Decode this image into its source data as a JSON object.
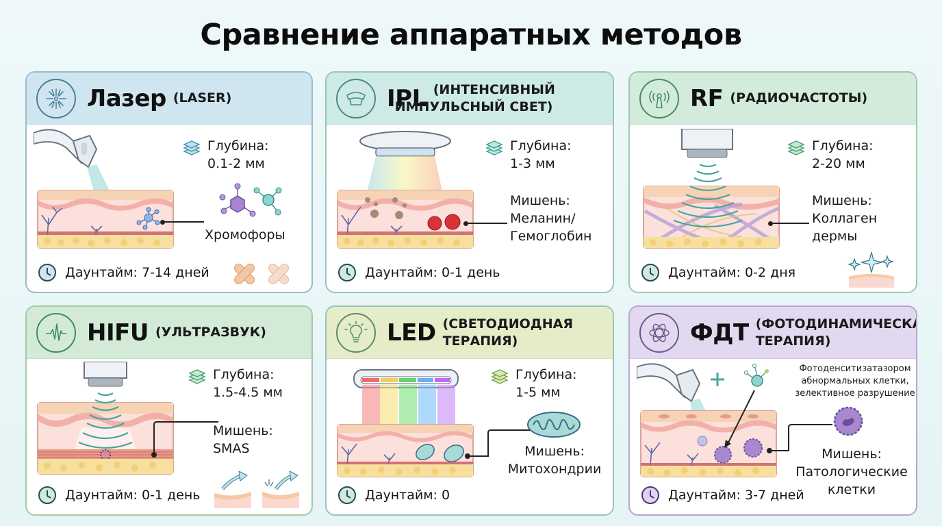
{
  "title": "Сравнение аппаратных методов",
  "labels": {
    "depth": "Глубина:",
    "target": "Мишень:",
    "downtime_prefix": "Даунтайм:"
  },
  "cards": [
    {
      "id": "laser",
      "abbr": "Лазер",
      "full": "(LASER)",
      "icon": "laser-burst-icon",
      "header_color": "#cfe6f1",
      "border_color": "#9bbccc",
      "depth_value": "0.1-2 мм",
      "target_label": "",
      "target_value": "Хромофоры",
      "downtime": "Даунтайм: 7-14 дней",
      "extra_icon": "bandage-icon"
    },
    {
      "id": "ipl",
      "abbr": "IPL",
      "full_line1": "(ИНТЕНСИВНЫЙ",
      "full_line2": "ИМПУЛЬСНЫЙ СВЕТ)",
      "icon": "ipl-lamp-icon",
      "header_color": "#cdeae6",
      "border_color": "#98c4bd",
      "depth_value": "1-3 мм",
      "target_label": "Мишень:",
      "target_value_line1": "Меланин/",
      "target_value_line2": "Гемоглобин",
      "downtime": "Даунтайм: 0-1 день"
    },
    {
      "id": "rf",
      "abbr": "RF",
      "full": "(РАДИОЧАСТОТЫ)",
      "icon": "radio-antenna-icon",
      "header_color": "#d3ebdb",
      "border_color": "#9fc9ad",
      "depth_value": "2-20 мм",
      "target_label": "Мишень:",
      "target_value_line1": "Коллаген",
      "target_value_line2": "дермы",
      "downtime": "Даунтайм: 0-2 дня",
      "extra_icon": "sparkle-skin-icon"
    },
    {
      "id": "hifu",
      "abbr": "HIFU",
      "full": "(УЛЬТРАЗВУК)",
      "icon": "pulse-wave-icon",
      "header_color": "#d3ebd6",
      "border_color": "#a2c9a8",
      "depth_value": "1.5-4.5 мм",
      "target_label": "Мишень:",
      "target_value": "SMAS",
      "downtime": "Даунтайм: 0-1 день",
      "extra_icon": "skin-lift-icon"
    },
    {
      "id": "led",
      "abbr": "LED",
      "full_line1": "(СВЕТОДИОДНАЯ",
      "full_line2": "ТЕРАПИЯ)",
      "icon": "lightbulb-icon",
      "header_color": "#e4ecc8",
      "border_color": "#b9c99a",
      "depth_value": "1-5 мм",
      "target_label": "Мишень:",
      "target_value": "Митохондрии",
      "downtime": "Даунтайм: 0"
    },
    {
      "id": "pdt",
      "abbr": "ФДТ",
      "full_line1": "(ФОТОДИНАМИЧЕСКАЯ",
      "full_line2": "ТЕРАПИЯ)",
      "icon": "photo-sun-icon",
      "header_color": "#e2d8f0",
      "border_color": "#b6a6d3",
      "note_line1": "Фотоденситизатазором",
      "note_line2": "абнормальных клетки,",
      "note_line3": "зелективное разрушение",
      "target_label": "Мишень:",
      "target_value_line1": "Патологические",
      "target_value_line2": "клетки",
      "downtime": "Даунтайм: 3-7 дней"
    }
  ],
  "colors": {
    "laser_accent": "#4a7f9a",
    "teal_accent": "#4aa59a",
    "pdt_accent": "#8b6fbf",
    "skin_top": "#f6cfb0",
    "skin_epidermis": "#f3b2ad",
    "skin_dermis": "#fbe0dc",
    "fat": "#f7df9e"
  }
}
